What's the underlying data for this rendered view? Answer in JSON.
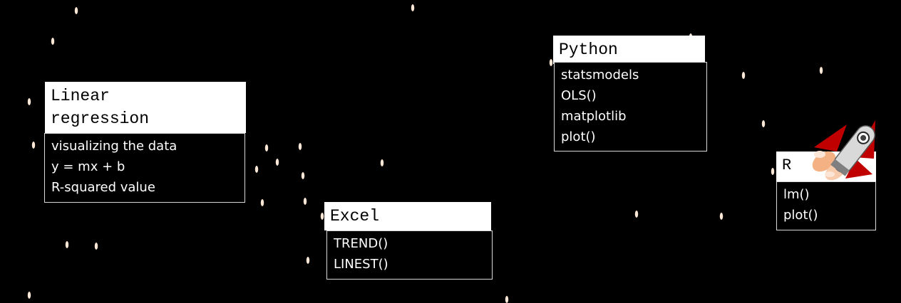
{
  "cards": [
    {
      "id": "linear",
      "title": "Linear\nregression",
      "items": [
        "visualizing the data",
        "y = mx + b",
        "R-squared value"
      ]
    },
    {
      "id": "excel",
      "title": "Excel",
      "items": [
        "TREND()",
        "LINEST()"
      ]
    },
    {
      "id": "python",
      "title": "Python",
      "items": [
        "statsmodels",
        "OLS()",
        "matplotlib",
        "plot()"
      ]
    },
    {
      "id": "r",
      "title": "R",
      "items": [
        "lm()",
        "plot()"
      ]
    }
  ],
  "colors": {
    "background": "#000000",
    "star": "#fde8d8",
    "rocket_fin": "#c00000",
    "rocket_body": "#d9d9d9",
    "flame": "#f4b183"
  },
  "icons": [
    "rocket-icon"
  ]
}
